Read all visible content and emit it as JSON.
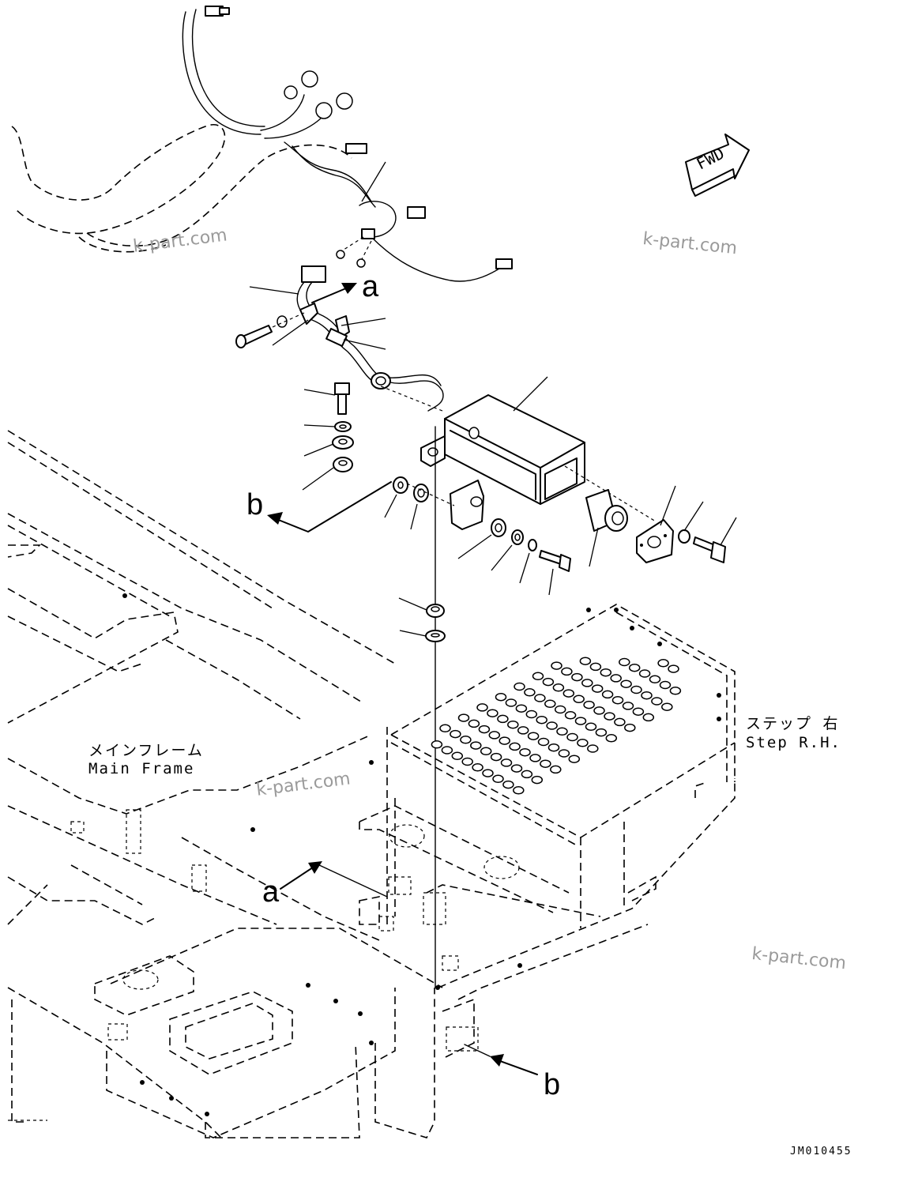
{
  "diagram": {
    "drawing_number": "JM010455",
    "orientation_mark": "FWD",
    "view_letters": [
      "a",
      "b"
    ],
    "main_frame_label_jp": "メインフレーム",
    "main_frame_label_en": "Main Frame",
    "step_label_jp": "ステップ 右",
    "step_label_en": "Step R.H.",
    "watermarks": [
      "k-part.com",
      "k-part.com",
      "k-part.com",
      "k-part.com"
    ]
  }
}
